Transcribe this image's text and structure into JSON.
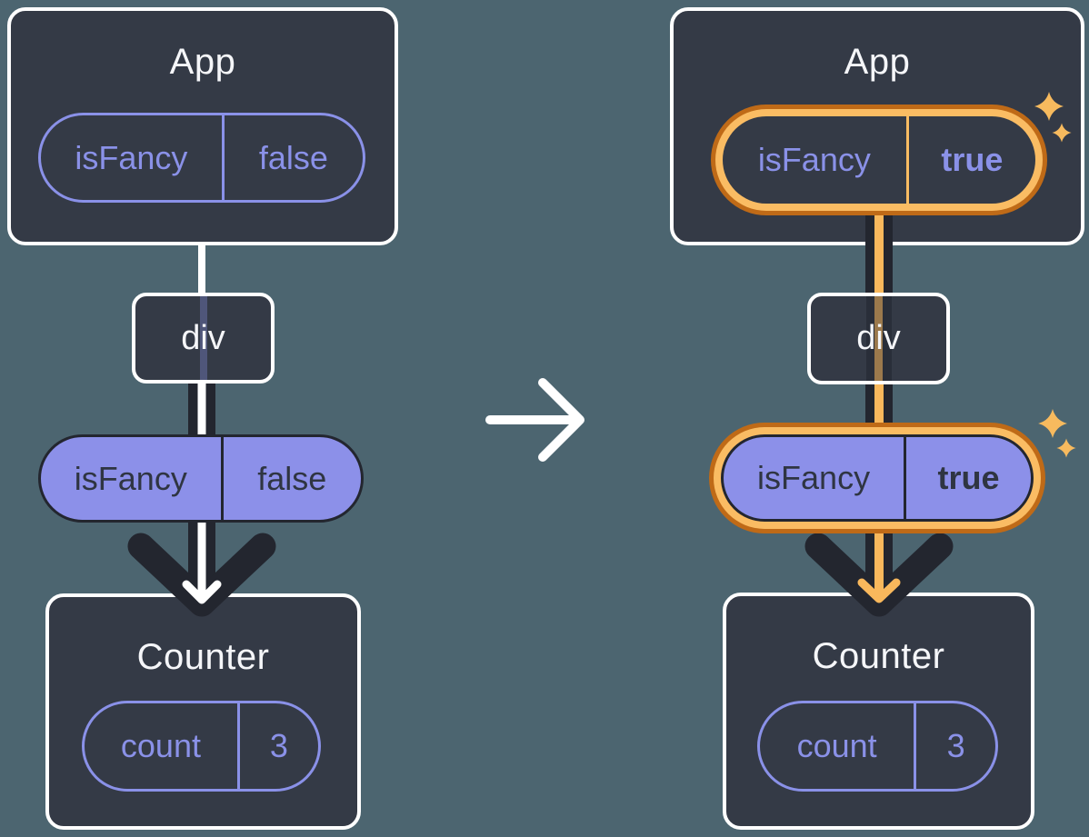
{
  "palette": {
    "background": "#4C6570",
    "card": "#343A46",
    "card_border": "#FFFFFF",
    "purple": "#8A91E8",
    "purple_fill": "#8C90E9",
    "dark_navy": "#23262F",
    "orange_ring_dark": "#BF6A17",
    "orange_ring_light": "#FABC63",
    "orange_flow": "#F9B85C",
    "sparkle": "#F7BA5E",
    "text_light": "#F5F6F9",
    "text_dark": "#2F3542"
  },
  "icons": {
    "transition": "right-arrow-icon",
    "flow_before": "down-arrow-icon-white",
    "flow_after": "down-arrow-icon-orange",
    "highlight": "sparkle-icon"
  },
  "before": {
    "app": {
      "title": "App",
      "state": {
        "key": "isFancy",
        "value": "false"
      }
    },
    "div": {
      "label": "div"
    },
    "prop": {
      "key": "isFancy",
      "value": "false"
    },
    "counter": {
      "title": "Counter",
      "state": {
        "key": "count",
        "value": "3"
      }
    }
  },
  "after": {
    "app": {
      "title": "App",
      "state": {
        "key": "isFancy",
        "value": "true"
      }
    },
    "div": {
      "label": "div"
    },
    "prop": {
      "key": "isFancy",
      "value": "true"
    },
    "counter": {
      "title": "Counter",
      "state": {
        "key": "count",
        "value": "3"
      }
    }
  }
}
